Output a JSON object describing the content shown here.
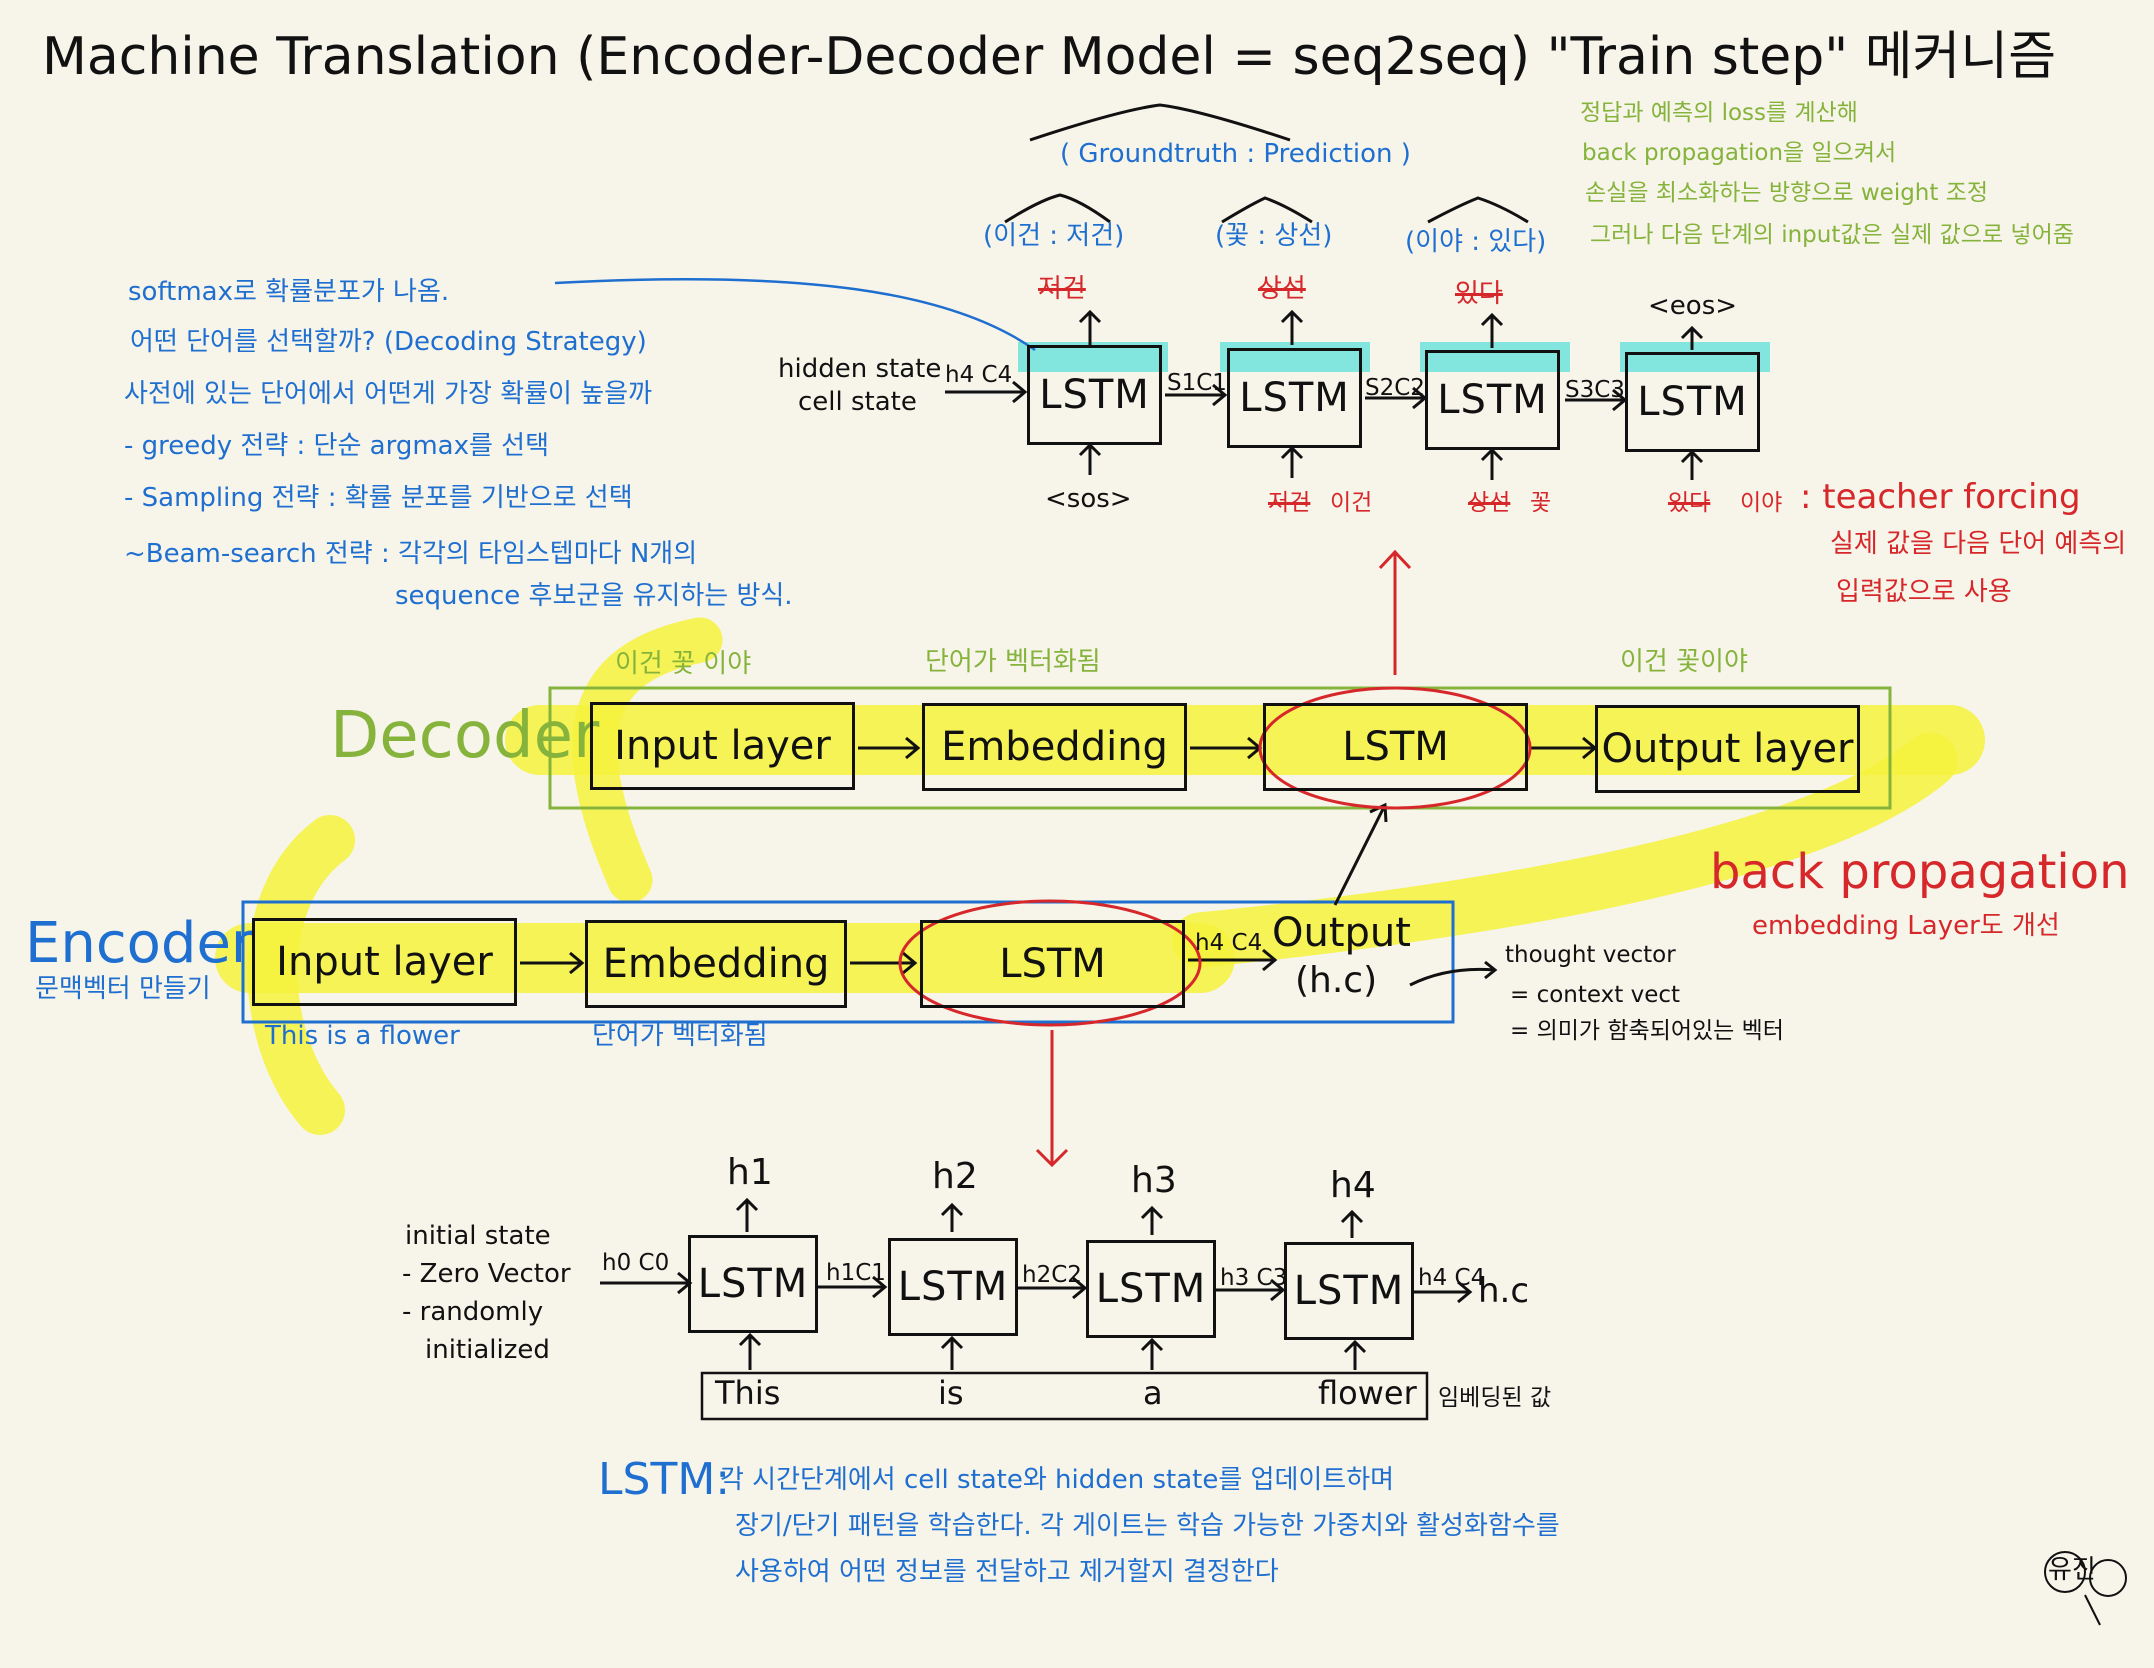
{
  "title": "Machine Translation (Encoder-Decoder Model = seq2seq) \"Train step\" 메커니즘",
  "colors": {
    "highlight_yellow": "#f6f23c",
    "highlight_cyan": "#6fe3dc",
    "blue": "#1f6fd0",
    "green": "#86b33b",
    "red": "#d6272a"
  },
  "top_decoder": {
    "groundtruth_prediction": "( Groundtruth : Prediction )",
    "pairs": [
      "(이건 : 저건)",
      "(꽃 : 상선)",
      "(이야 : 있다)"
    ],
    "outputs_struck": [
      "저건",
      "상선",
      "있다"
    ],
    "eos": "<eos>",
    "hidden_state_label": "hidden state",
    "cell_state_label": "cell state",
    "arrow_labels": [
      "h4 C4",
      "S1C1",
      "S2C2",
      "S3C3"
    ],
    "lstm_label": "LSTM",
    "inputs": {
      "sos": "<sos>",
      "struck": [
        "저건",
        "상선",
        "있다"
      ],
      "replaced": [
        "이건",
        "꽃",
        "이야"
      ]
    },
    "teacher_forcing": ": teacher forcing",
    "teacher_forcing_desc_1": "실제 값을 다음 단어 예측의",
    "teacher_forcing_desc_2": "입력값으로 사용"
  },
  "loss_note": [
    "정답과 예측의 loss를 계산해",
    "back propagation을 일으켜서",
    "손실을 최소화하는 방향으로 weight 조정",
    "그러나 다음 단계의 input값은 실제 값으로 넣어줌"
  ],
  "softmax_note": [
    "softmax로 확률분포가 나옴.",
    "어떤 단어를 선택할까? (Decoding Strategy)",
    "사전에 있는 단어에서 어떤게 가장 확률이 높을까",
    "- greedy 전략 : 단순 argmax를 선택",
    "- Sampling 전략 : 확률 분포를 기반으로 선택",
    "~Beam-search 전략 : 각각의 타임스텝마다 N개의",
    "sequence 후보군을 유지하는 방식."
  ],
  "decoder": {
    "label": "Decoder",
    "above_input": "이건 꽃 이야",
    "above_embedding": "단어가 벡터화됨",
    "above_output": "이건 꽃이야",
    "input_layer": "Input layer",
    "embedding": "Embedding",
    "lstm": "LSTM",
    "output_layer": "Output layer"
  },
  "encoder": {
    "label": "Encoder",
    "sublabel": "문맥벡터 만들기",
    "input_layer": "Input layer",
    "embedding": "Embedding",
    "lstm": "LSTM",
    "arrow_label": "h4 C4",
    "output": "Output",
    "output_hc": "(h.c)",
    "below_input": "This is a flower",
    "below_embedding": "단어가 벡터화됨"
  },
  "back_propagation": "back propagation",
  "embedding_layer_note": "embedding Layer도 개선",
  "thought_vector": [
    "thought vector",
    "= context vect",
    "= 의미가 함축되어있는 벡터"
  ],
  "bottom_lstm": {
    "h_labels": [
      "h1",
      "h2",
      "h3",
      "h4"
    ],
    "lstm_label": "LSTM",
    "arrow_labels": [
      "h0 C0",
      "h1C1",
      "h2C2",
      "h3 C3",
      "h4 C4"
    ],
    "final": "h.c",
    "initial_state": [
      "initial state",
      "- Zero Vector",
      "- randomly",
      "initialized"
    ],
    "words": [
      "This",
      "is",
      "a",
      "flower"
    ],
    "embedded_note": "임베딩된 값"
  },
  "lstm_desc": {
    "head": "LSTM:",
    "lines": [
      "각 시간단계에서 cell state와 hidden state를 업데이트하며",
      "장기/단기 패턴을 학습한다. 각 게이트는 학습 가능한 가중치와 활성화함수를",
      "사용하여 어떤 정보를 전달하고 제거할지 결정한다"
    ]
  },
  "signature": "유진"
}
